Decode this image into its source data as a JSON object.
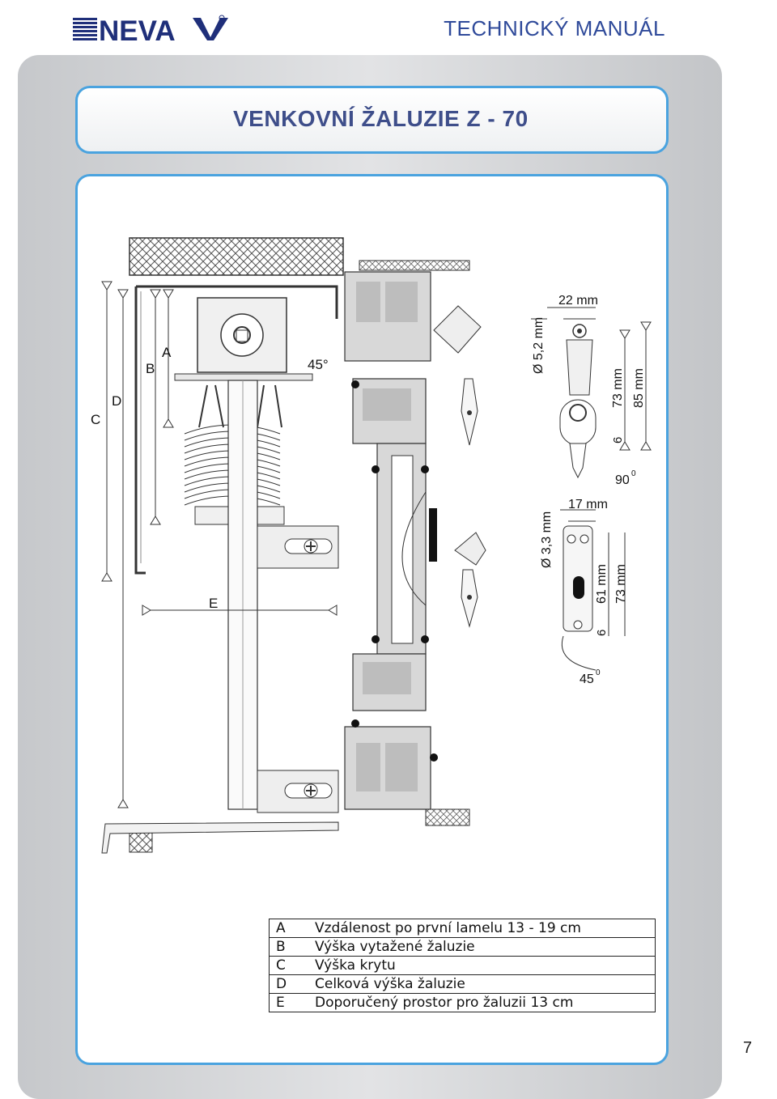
{
  "header": {
    "brand": "NEVA",
    "manual_title": "TECHNICKÝ MANUÁL"
  },
  "document": {
    "title": "VENKOVNÍ ŽALUZIE Z - 70"
  },
  "diagram": {
    "labels": {
      "A": "A",
      "B": "B",
      "C": "C",
      "D": "D",
      "E": "E",
      "angle_top": "45°",
      "dia_top": "Ø 5,2 mm",
      "dim_22": "22 mm",
      "dim_73a": "73 mm",
      "dim_85": "85 mm",
      "dim_6a": "6",
      "angle_90": "90",
      "angle_90_sup": "0",
      "dia_mid": "Ø 3,3 mm",
      "dim_17": "17 mm",
      "dim_61": "61 mm",
      "dim_73b": "73 mm",
      "dim_6b": "6",
      "angle_45": "45",
      "angle_45_sup": "0"
    }
  },
  "legend": [
    {
      "key": "A",
      "text": "Vzdálenost po první lamelu  13 - 19 cm"
    },
    {
      "key": "B",
      "text": "Výška vytažené žaluzie"
    },
    {
      "key": "C",
      "text": "Výška krytu"
    },
    {
      "key": "D",
      "text": "Celková výška žaluzie"
    },
    {
      "key": "E",
      "text": "Doporučený prostor pro žaluzii 13 cm"
    }
  ],
  "page_number": "7",
  "colors": {
    "accent_blue": "#4aa3df",
    "title_navy": "#3e4e8a",
    "header_blue": "#2f4a9a",
    "panel_grey": "#d4d6d8"
  }
}
